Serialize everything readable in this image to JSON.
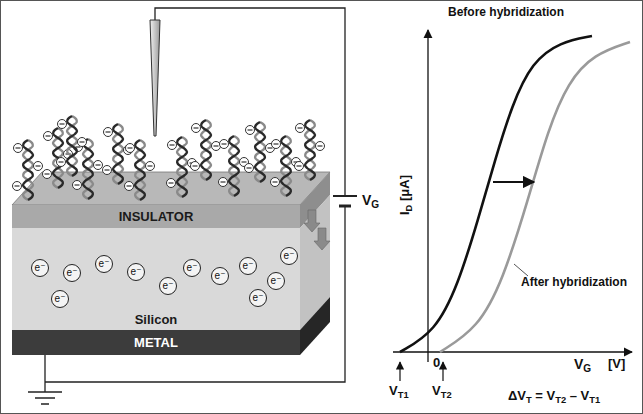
{
  "diagram": {
    "nodes": [
      {
        "text": [
          "INSULATOR"
        ]
      },
      {
        "text": [
          "Silicon"
        ]
      },
      {
        "text": [
          "e⁻"
        ],
        "in": 1
      },
      {
        "text": [
          "e⁻"
        ],
        "in": 1
      },
      {
        "text": [
          "e⁻"
        ],
        "in": 1
      },
      {
        "text": [
          "e⁻"
        ],
        "in": 1
      },
      {
        "text": [
          "e⁻"
        ],
        "in": 1
      },
      {
        "text": [
          "e⁻"
        ],
        "in": 1
      },
      {
        "text": [
          "e⁻"
        ],
        "in": 1
      },
      {
        "text": [
          "e⁻"
        ],
        "in": 1
      },
      {
        "text": [
          "e⁻"
        ],
        "in": 1
      },
      {
        "text": [
          "e⁻"
        ],
        "in": 1
      },
      {
        "text": [
          "e⁻"
        ],
        "in": 1
      },
      {
        "text": [
          "e⁻"
        ],
        "in": 1
      },
      {
        "text": [
          "METAL"
        ]
      }
    ],
    "labels": [
      "VG",
      "ID [μA]",
      "Before hybridization",
      "After hybridization",
      "VG",
      "[V]",
      "VT1",
      "0",
      "VT2",
      "ΔVT = VT2 – VT1"
    ]
  }
}
